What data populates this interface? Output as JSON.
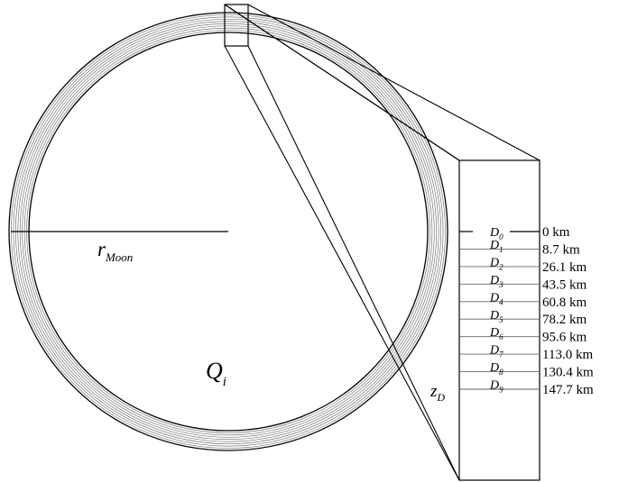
{
  "diagram": {
    "radius_label": {
      "main": "r",
      "sub": "Moon"
    },
    "core_label": {
      "main": "Q",
      "sub": "i"
    },
    "depth_axis_label": {
      "main": "z",
      "sub": "D"
    },
    "shell_count": 9,
    "layers": [
      {
        "main": "D",
        "sub": "0"
      },
      {
        "main": "D",
        "sub": "1"
      },
      {
        "main": "D",
        "sub": "2"
      },
      {
        "main": "D",
        "sub": "3"
      },
      {
        "main": "D",
        "sub": "4"
      },
      {
        "main": "D",
        "sub": "5"
      },
      {
        "main": "D",
        "sub": "6"
      },
      {
        "main": "D",
        "sub": "7"
      },
      {
        "main": "D",
        "sub": "8"
      },
      {
        "main": "D",
        "sub": "9"
      }
    ],
    "depths": [
      "0 km",
      "8.7 km",
      "26.1 km",
      "43.5 km",
      "60.8 km",
      "78.2 km",
      "95.6 km",
      "113.0 km",
      "130.4 km",
      "147.7 km"
    ]
  }
}
